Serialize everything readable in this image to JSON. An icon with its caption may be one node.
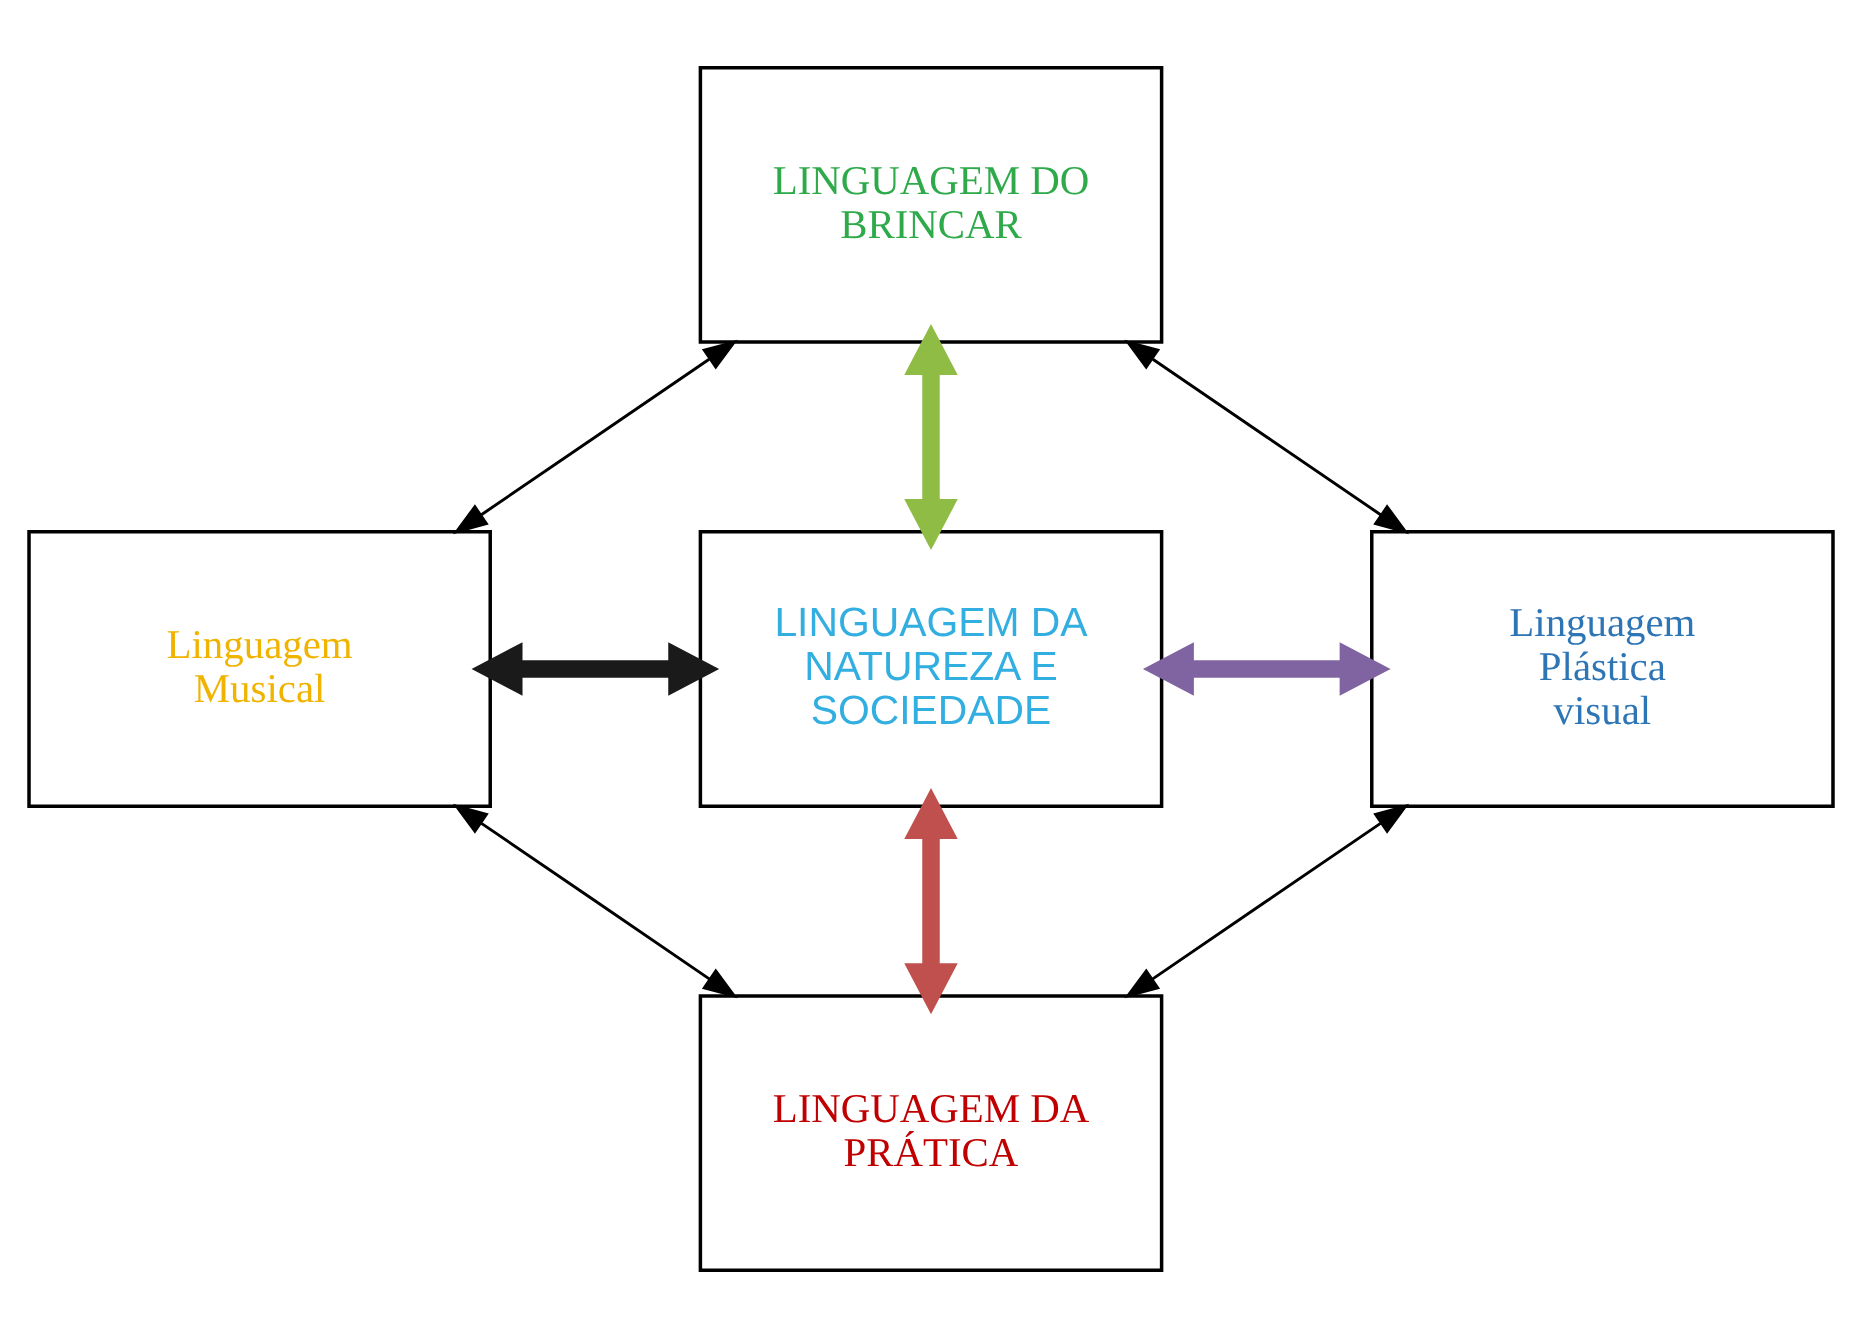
{
  "diagram": {
    "nodes": [
      {
        "text": [
          "LINGUAGEM DO BRINCAR"
        ]
      },
      {
        "text": [
          "Linguagem Musical"
        ]
      },
      {
        "text": [
          "LINGUAGEM DA NATUREZA E SOCIEDADE"
        ]
      },
      {
        "text": [
          "Linguagem Plástica visual"
        ]
      },
      {
        "text": [
          "LINGUAGEM DA PRÁTICA"
        ]
      }
    ],
    "edges": [
      {
        "from": 0,
        "to": 1,
        "arrow": "both"
      },
      {
        "from": 0,
        "to": 3,
        "arrow": "both"
      },
      {
        "from": 0,
        "to": 2,
        "arrow": "both",
        "style": "thick",
        "color": "#8fbc45"
      },
      {
        "from": 1,
        "to": 2,
        "arrow": "both",
        "style": "thick",
        "color": "#1a1a1a"
      },
      {
        "from": 2,
        "to": 3,
        "arrow": "both",
        "style": "thick",
        "color": "#8064a2"
      },
      {
        "from": 2,
        "to": 4,
        "arrow": "both",
        "style": "thick",
        "color": "#c0504d"
      },
      {
        "from": 1,
        "to": 4,
        "arrow": "both"
      },
      {
        "from": 3,
        "to": 4,
        "arrow": "both"
      }
    ]
  }
}
